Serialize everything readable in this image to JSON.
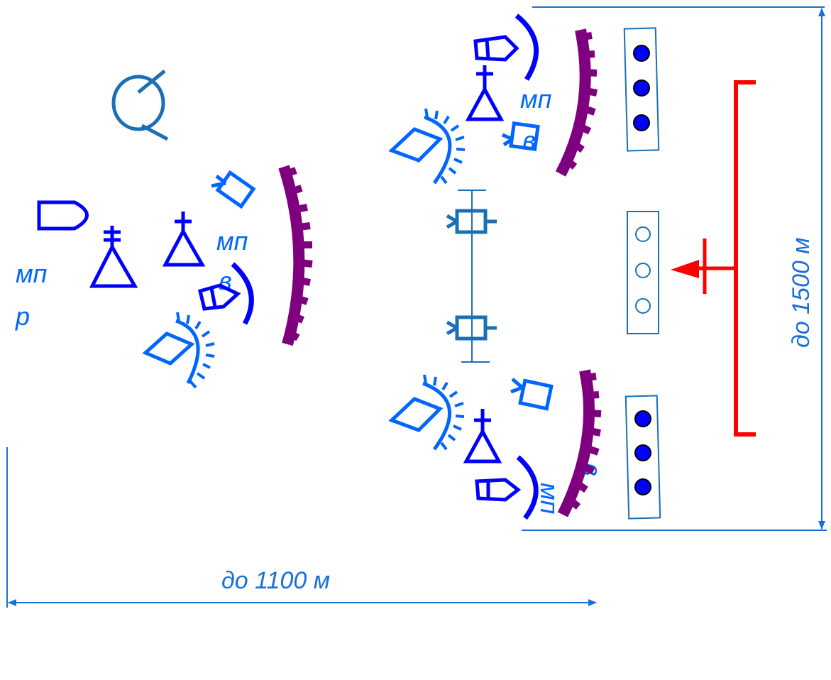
{
  "labels": {
    "mp_left_top": "мп",
    "mp_left_bottom": "р",
    "mp_center_top": "мп",
    "mp_center_bottom": "в",
    "mp_right_top_1": "мп",
    "mp_right_top_2": "в",
    "mp_right_bottom_1": "мп",
    "mp_right_bottom_2": "в",
    "dim_width": "до 1100 м",
    "dim_height": "до 1500 м"
  },
  "colors": {
    "friendly": "#0000ff",
    "friendly_light": "#0066ff",
    "trench": "#7f007f",
    "enemy": "#ff0000",
    "recon": "#1a6fb5",
    "dim_line": "#1a6fd6"
  }
}
